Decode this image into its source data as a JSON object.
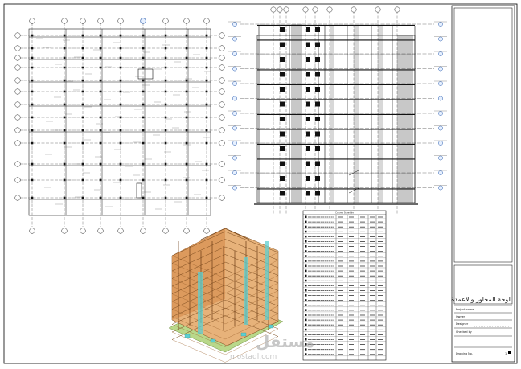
{
  "title_block": {
    "drawing_title": "لوحة المحاور والاعمدة",
    "row1": "Project name",
    "row2": "Owner",
    "row3": "Designer",
    "row4": "Checked by",
    "row5": "Drawing No.",
    "sheet_no": "1"
  },
  "schedule": {
    "header": "Column Schedule"
  },
  "watermark": {
    "brand_ar": "مستقل",
    "brand_en": "mostaql.com"
  }
}
